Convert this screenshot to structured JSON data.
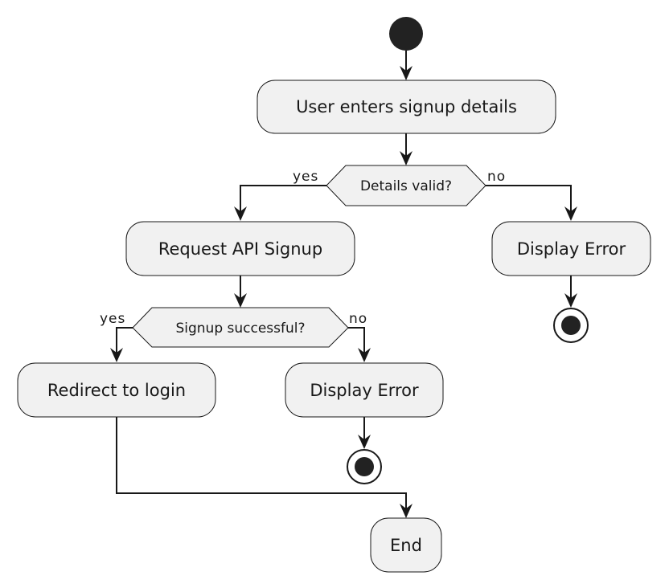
{
  "diagram": {
    "actions": {
      "enter_details": "User enters signup details",
      "request_api": "Request API Signup",
      "display_error_1": "Display Error",
      "redirect_login": "Redirect to login",
      "display_error_2": "Display Error",
      "end": "End"
    },
    "decisions": {
      "details_valid": "Details valid?",
      "signup_successful": "Signup successful?"
    },
    "branch_labels": {
      "details_yes": "yes",
      "details_no": "no",
      "signup_yes": "yes",
      "signup_no": "no"
    }
  },
  "colors": {
    "node_fill": "#f1f1f1",
    "stroke": "#181818"
  }
}
